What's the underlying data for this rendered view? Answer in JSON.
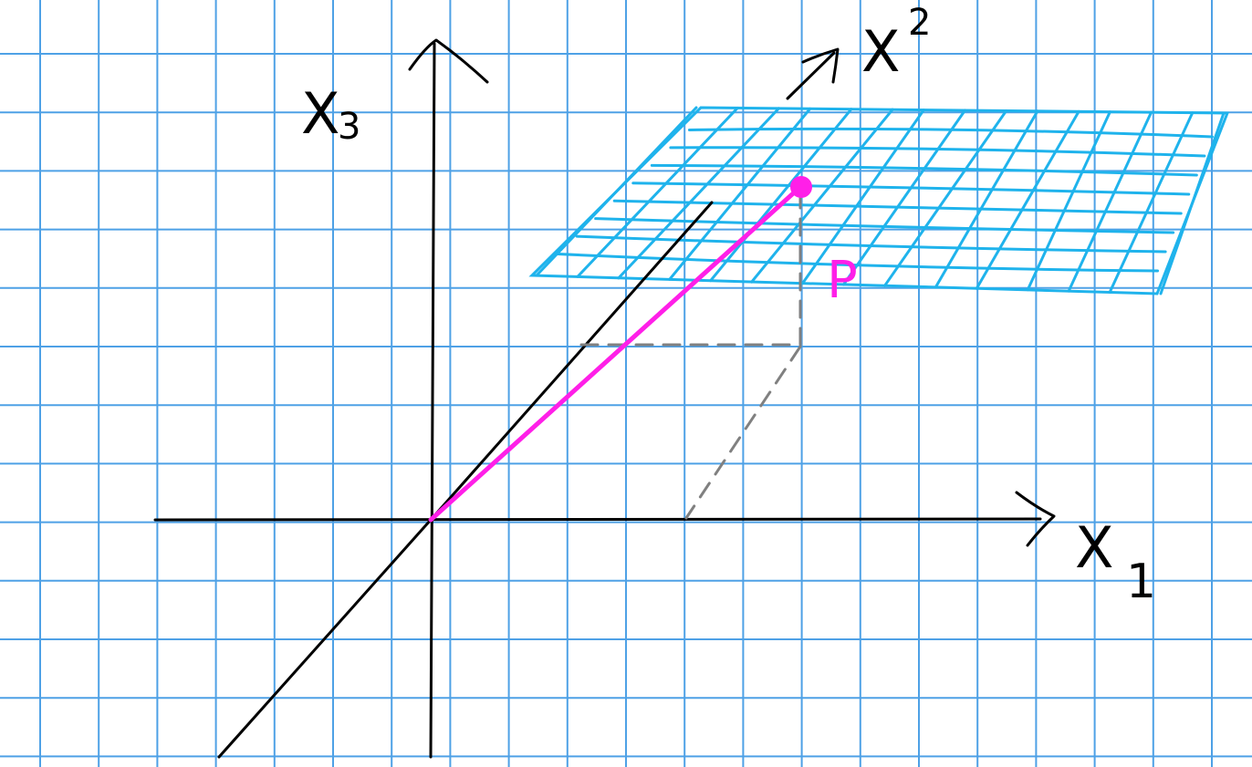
{
  "diagram": {
    "axis_labels": {
      "x1": "X",
      "x1_sub": "1",
      "x2": "X",
      "x2_sup": "2",
      "x3": "X",
      "x3_sub": "3"
    },
    "point_label": "P",
    "colors": {
      "paper": "#ffffff",
      "grid": "#4ea1e6",
      "axes": "#000000",
      "plane": "#1fb3ec",
      "vector": "#ff1fe8",
      "guides": "#808080"
    },
    "icons": {
      "x1_arrow": "arrow-head-icon",
      "x2_arrow": "arrow-head-icon",
      "x3_arrow": "arrow-head-icon"
    }
  }
}
